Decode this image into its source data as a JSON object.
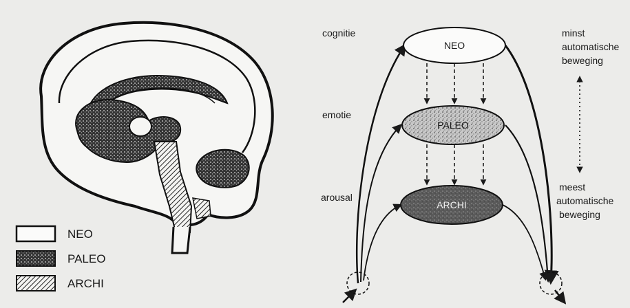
{
  "legend": [
    {
      "label": "NEO",
      "pattern": "neo-white"
    },
    {
      "label": "PALEO",
      "pattern": "paleo-speckle"
    },
    {
      "label": "ARCHI",
      "pattern": "archi-hatch"
    }
  ],
  "levels": {
    "top": "cognitie",
    "middle": "emotie",
    "bottom": "arousal"
  },
  "nodes": {
    "neo": "NEO",
    "paleo": "PALEO",
    "archi": "ARCHI"
  },
  "scale": {
    "top_line1": "minst",
    "top_line2": "automatische",
    "top_line3": "beweging",
    "bottom_line1": "meest",
    "bottom_line2": "automatische",
    "bottom_line3": "beweging"
  },
  "colors": {
    "background": "#ececea",
    "ink": "#1a1a1a",
    "paleo_fill": "#bdbdbd",
    "archi_fill": "#6a6a6a"
  }
}
